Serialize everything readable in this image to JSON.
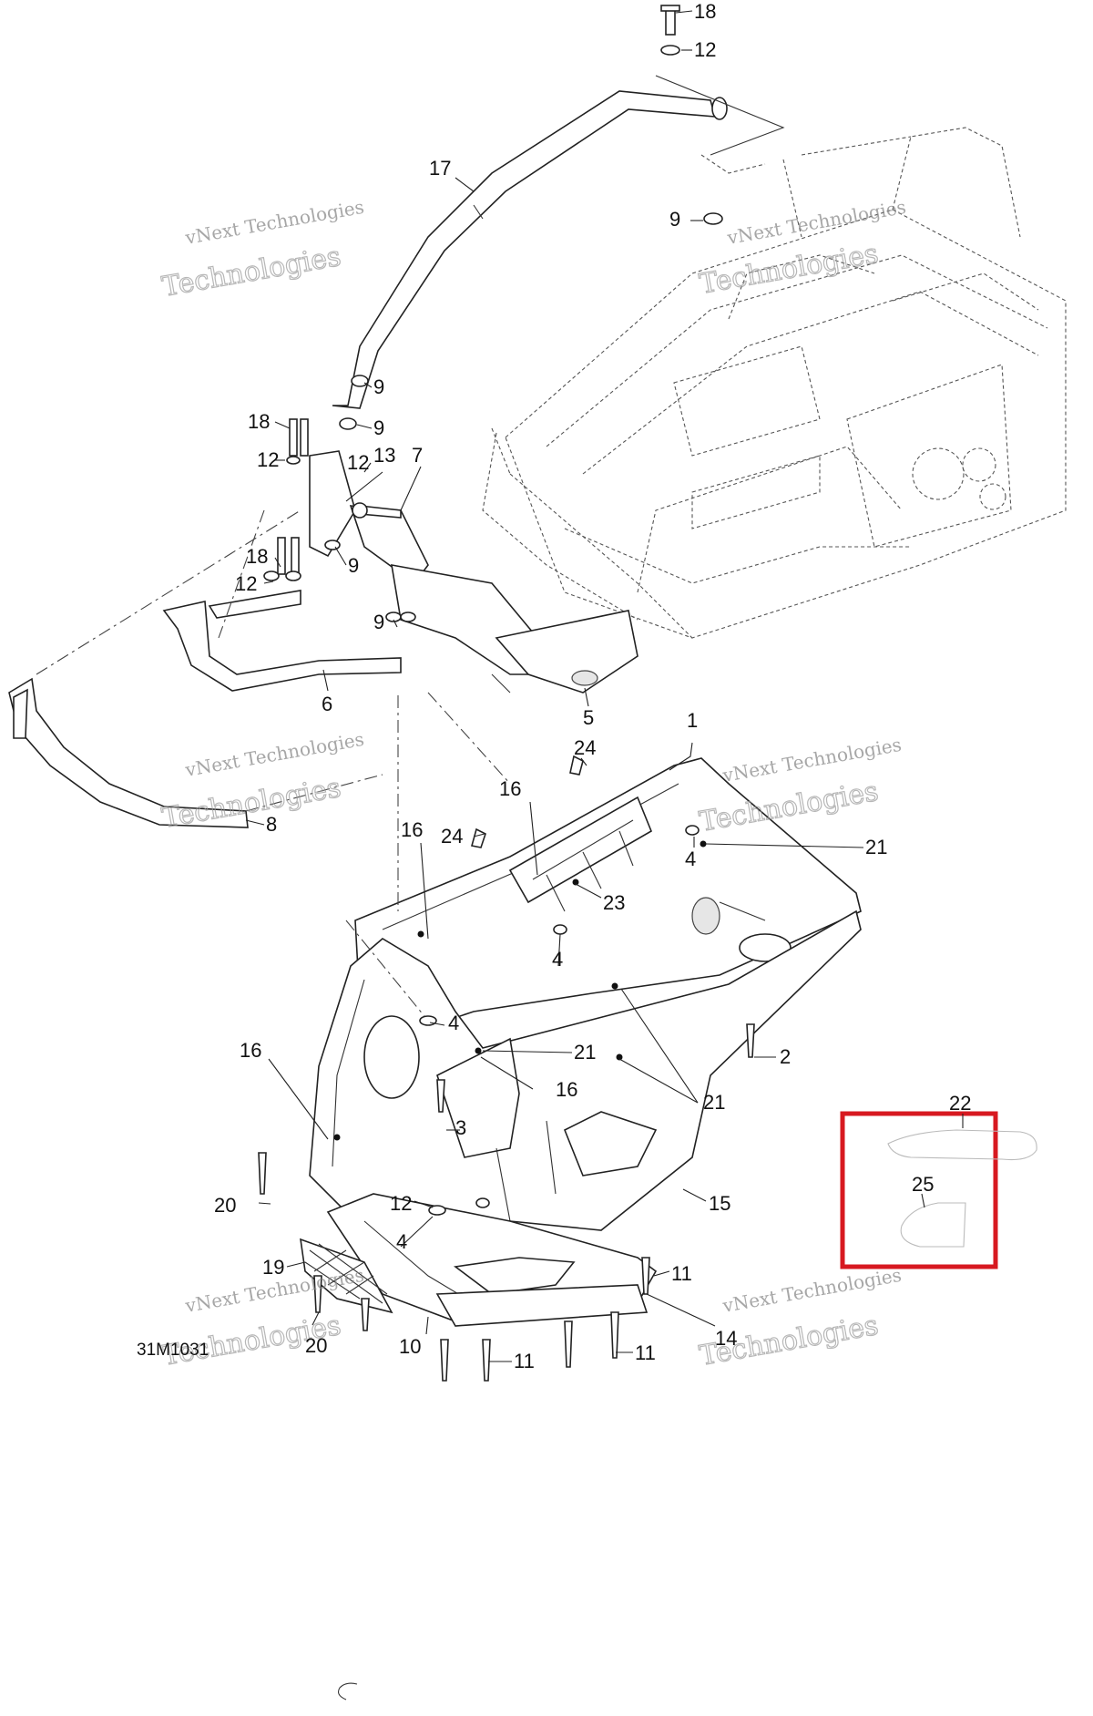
{
  "diagram_code": "31M1031",
  "watermark": {
    "line1": "vNext Technologies",
    "line2": "Technologies"
  },
  "highlight_color": "#d71920",
  "callouts": [
    "1",
    "2",
    "3",
    "4",
    "5",
    "6",
    "7",
    "8",
    "9",
    "10",
    "11",
    "12",
    "13",
    "14",
    "15",
    "16",
    "17",
    "18",
    "19",
    "20",
    "21",
    "22",
    "23",
    "24",
    "25"
  ]
}
